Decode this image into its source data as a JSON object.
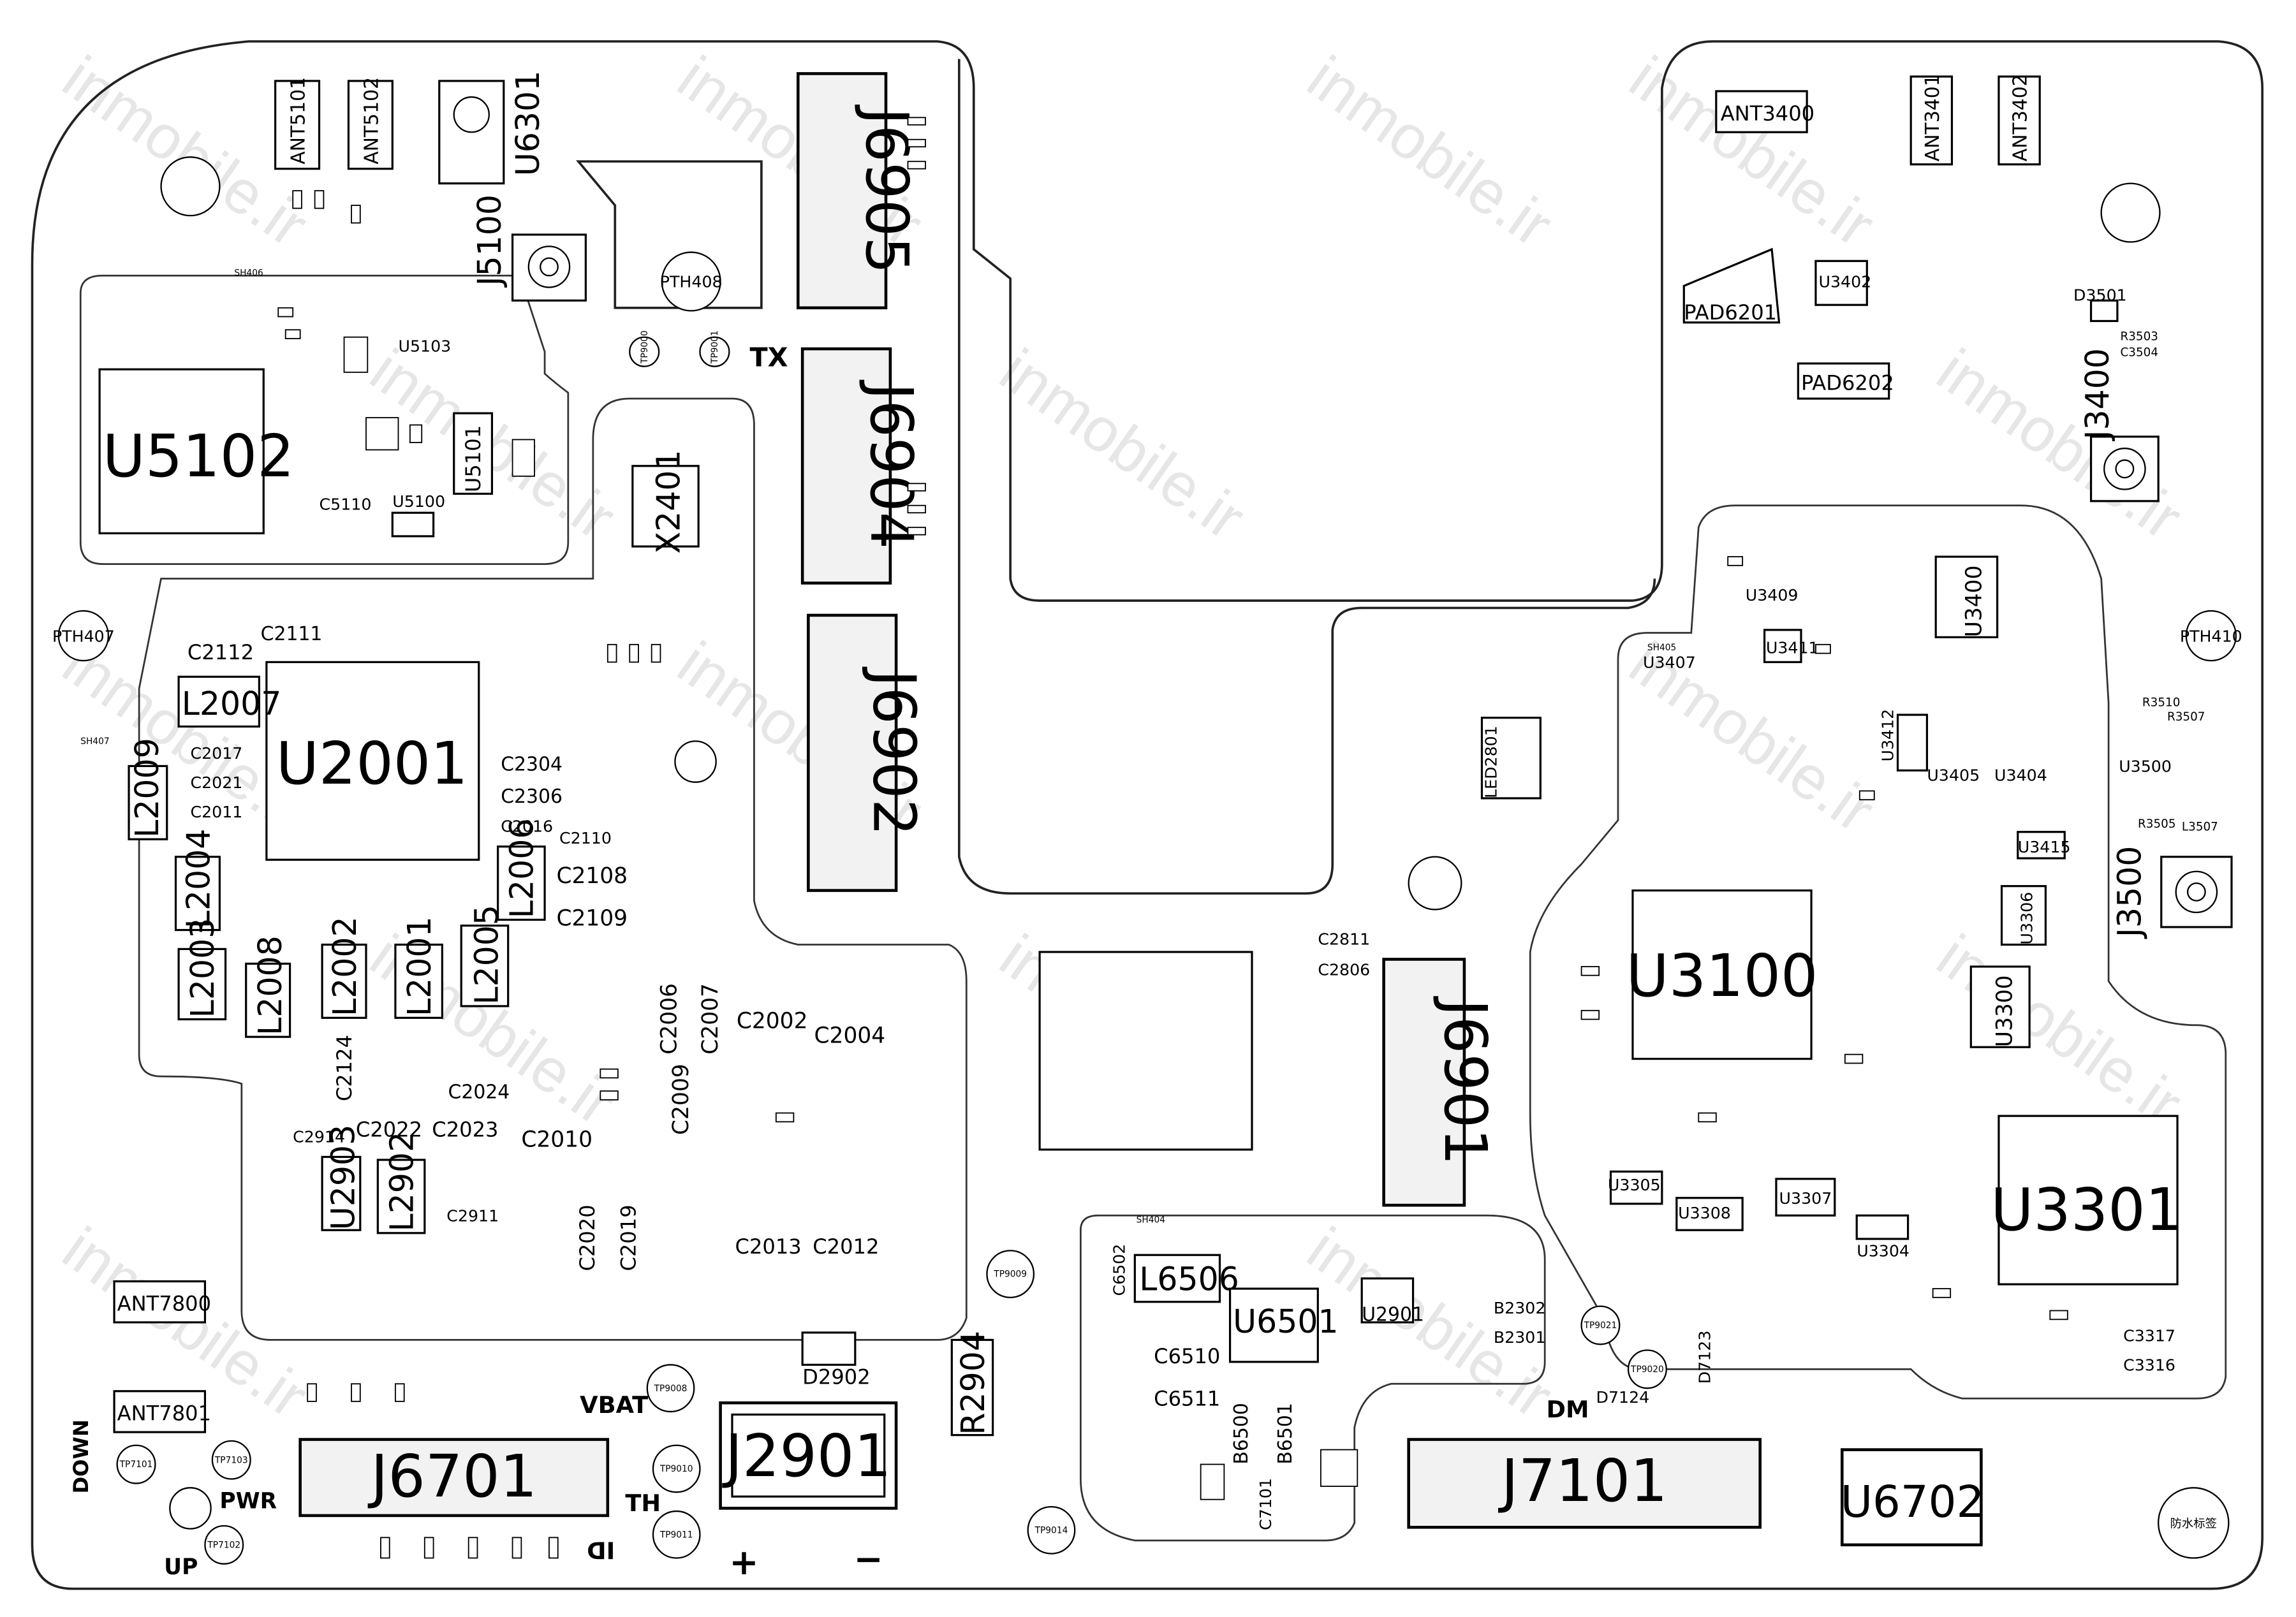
{
  "watermark": "inmobile.ir",
  "chips": {
    "U5102": "U5102",
    "U2001": "U2001",
    "U3100": "U3100",
    "U3301": "U3301",
    "U6501": "U6501",
    "U6702": "U6702",
    "U5101": "U5101",
    "U2903": "U2903",
    "U3400": "U3400",
    "U3300": "U3300",
    "U3306": "U3306",
    "U3305": "U3305",
    "U3308": "U3308",
    "U3307": "U3307",
    "U3304": "U3304",
    "U3407": "U3407",
    "U3402": "U3402",
    "U3500": "U3500",
    "U3415": "U3415",
    "U6301": "U6301",
    "U2901": "U2901",
    "U5103": "U5103",
    "U5100": "U5100",
    "U3405": "U3405",
    "U3404": "U3404",
    "U3412": "U3412",
    "U3411": "U3411",
    "U3409": "U3409"
  },
  "connectors": {
    "J6905": "J6905",
    "J6904": "J6904",
    "J6902": "J6902",
    "J6901": "J6901",
    "J7101": "J7101",
    "J6701": "J6701",
    "J2901": "J2901",
    "J5100": "J5100",
    "J3400": "J3400",
    "J3500": "J3500"
  },
  "inductors": {
    "L2007": "L2007",
    "L2009": "L2009",
    "L2004": "L2004",
    "L2003": "L2003",
    "L2008": "L2008",
    "L2002": "L2002",
    "L2001": "L2001",
    "L2005": "L2005",
    "L2006": "L2006",
    "L2902": "L2902",
    "L6506": "L6506"
  },
  "capacitors": {
    "C2112": "C2112",
    "C2017": "C2017",
    "C2021": "C2021",
    "C2011": "C2011",
    "C2304": "C2304",
    "C2306": "C2306",
    "C2016": "C2016",
    "C2110": "C2110",
    "C2108": "C2108",
    "C2109": "C2109",
    "C2002": "C2002",
    "C2004": "C2004",
    "C2006": "C2006",
    "C2007": "C2007",
    "C2009": "C2009",
    "C2010": "C2010",
    "C2024": "C2024",
    "C2022": "C2022",
    "C2023": "C2023",
    "C2914": "C2914",
    "C2911": "C2911",
    "C2013": "C2013",
    "C2012": "C2012",
    "C2020": "C2020",
    "C2019": "C2019",
    "C2124": "C2124",
    "C6510": "C6510",
    "C6511": "C6511",
    "C6502": "C6502",
    "C7101": "C7101",
    "C3317": "C3317",
    "C3316": "C3316",
    "C2811": "C2811",
    "C2806": "C2806",
    "C5110": "C5110",
    "C2111": "C2111"
  },
  "misc": {
    "X2401": "X2401",
    "D2902": "D2902",
    "R2904": "R2904",
    "B6500": "B6500",
    "B6501": "B6501",
    "B2302": "B2302",
    "B2301": "B2301",
    "LED2801": "LED2801",
    "D3501": "D3501",
    "D7124": "D7124",
    "D7123": "D7123",
    "PAD6201": "PAD6201",
    "PAD6202": "PAD6202",
    "ANT5101": "ANT5101",
    "ANT5102": "ANT5102",
    "ANT3400": "ANT3400",
    "ANT3401": "ANT3401",
    "ANT3402": "ANT3402",
    "ANT7800": "ANT7800",
    "ANT7801": "ANT7801",
    "R3510": "R3510",
    "R3507": "R3507",
    "R3505": "R3505",
    "R3503": "R3503",
    "C3504": "C3504",
    "L3507": "L3507"
  },
  "holes": {
    "PTH407": "PTH407",
    "PTH408": "PTH408",
    "PTH410": "PTH410"
  },
  "testpoints": {
    "TP9009": "TP9009",
    "TP9008": "TP9008",
    "TP9010": "TP9010",
    "TP9011": "TP9011",
    "TP9014": "TP9014",
    "TP9021": "TP9021",
    "TP9020": "TP9020",
    "TP7101": "TP7101",
    "TP7103": "TP7103",
    "TP7102": "TP7102",
    "TP9000": "TP9000",
    "TP9001": "TP9001"
  },
  "shields": {
    "SH406": "SH406",
    "SH407": "SH407",
    "SH405": "SH405",
    "SH404": "SH404"
  },
  "silk": {
    "tx": "TX",
    "vbat": "VBAT",
    "pwr": "PWR",
    "down": "DOWN",
    "up": "UP",
    "th": "TH",
    "id": "ID",
    "plus": "+",
    "minus": "−",
    "dm": "DM",
    "waterproof": "防水标签"
  }
}
